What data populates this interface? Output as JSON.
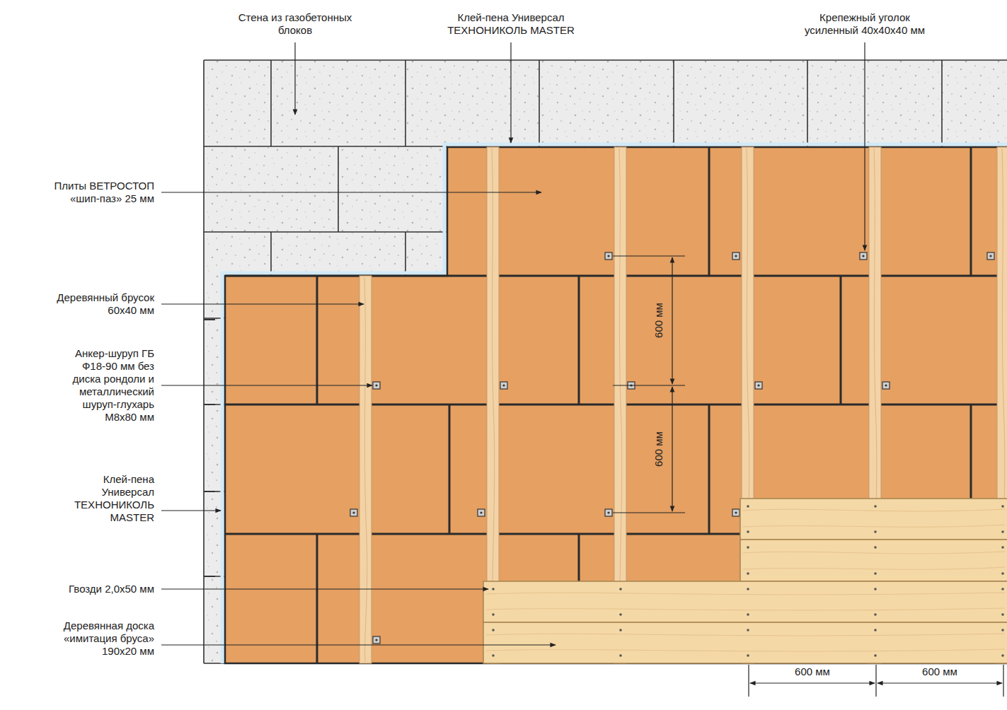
{
  "diagram": {
    "labels": [
      "Стена из газобетонных блоков",
      "Клей-пена Универсал ТЕХНОНИКОЛЬ MASTER",
      "Крепежный уголок усиленный 40х40х40 мм",
      "Плиты ВЕТРОСТОП «шип-паз» 25 мм",
      "Деревянный брусок 60х40 мм",
      "Анкер-шуруп ГБ Ф18-90 мм без диска рондоли и металлический шуруп-глухарь М8х80 мм",
      "Клей-пена Универсал ТЕХНОНИКОЛЬ MASTER",
      "Гвозди 2,0х50 мм",
      "Деревянная доска «имитация бруса» 190х20 мм",
      "600 мм",
      "600 мм",
      "600 мм",
      "600 мм"
    ]
  }
}
